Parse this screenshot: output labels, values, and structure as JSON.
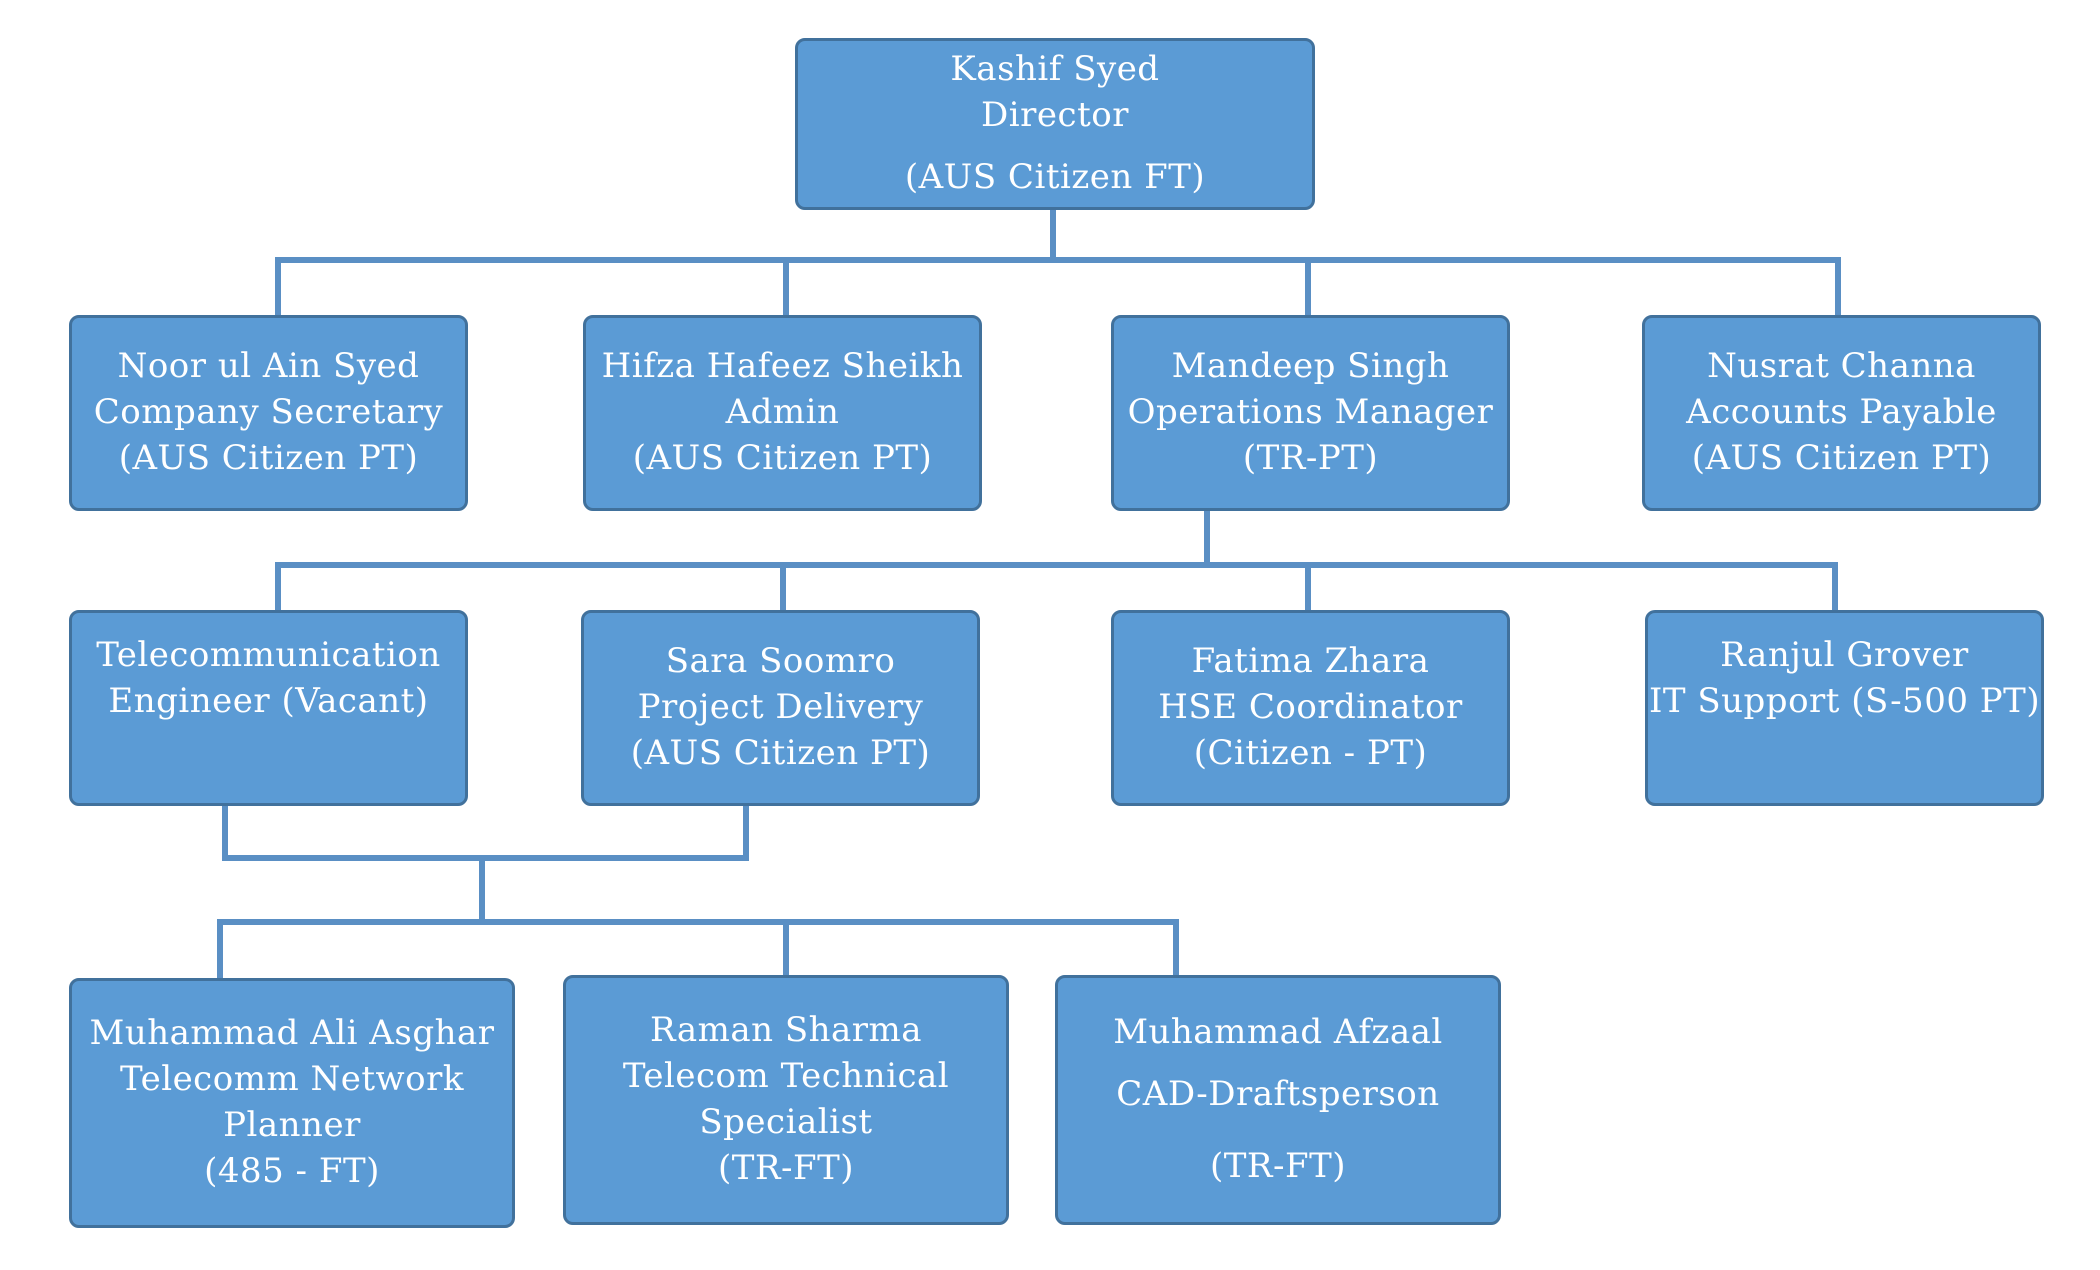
{
  "org": {
    "director": {
      "name": "Kashif Syed",
      "role": "Director",
      "status": "(AUS Citizen FT)"
    },
    "level2": [
      {
        "name": "Noor ul Ain Syed",
        "role": "Company Secretary",
        "status": "(AUS Citizen PT)"
      },
      {
        "name": "Hifza Hafeez Sheikh",
        "role": "Admin",
        "status": "(AUS Citizen PT)"
      },
      {
        "name": "Mandeep Singh",
        "role": "Operations Manager",
        "status": "(TR-PT)"
      },
      {
        "name": "Nusrat Channa",
        "role": "Accounts Payable",
        "status": "(AUS Citizen PT)"
      }
    ],
    "level3": [
      {
        "line1": "Telecommunication",
        "line2": "Engineer (Vacant)"
      },
      {
        "line1": "Sara Soomro",
        "line2": "Project Delivery",
        "line3": "(AUS Citizen PT)"
      },
      {
        "line1": "Fatima Zhara",
        "line2": "HSE Coordinator",
        "line3": "(Citizen - PT)"
      },
      {
        "line1": "Ranjul Grover",
        "line2": "IT Support (S-500 PT)"
      }
    ],
    "level4": [
      {
        "line1": "Muhammad Ali Asghar",
        "line2": "Telecomm Network",
        "line3": "Planner",
        "line4": "(485 - FT)"
      },
      {
        "line1": "Raman Sharma",
        "line2": "Telecom Technical",
        "line3": "Specialist",
        "line4": "(TR-FT)"
      },
      {
        "line1": "Muhammad Afzaal",
        "line2": "CAD-Draftsperson",
        "line3": "(TR-FT)"
      }
    ]
  },
  "colors": {
    "box_fill": "#5b9bd5",
    "box_border": "#41719c",
    "connector": "#5a8fc4",
    "text": "#ffffff"
  }
}
